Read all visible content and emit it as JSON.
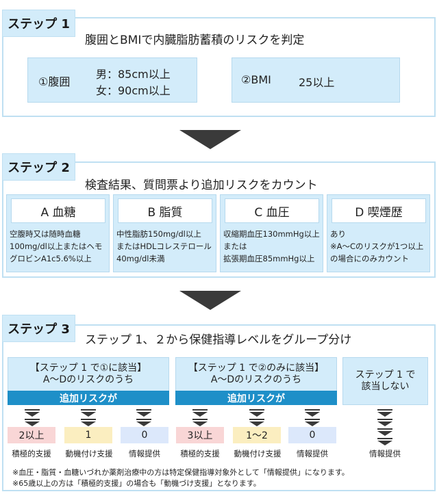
{
  "step1": {
    "tag": "ステップ 1",
    "heading": "腹囲とBMIで内臓脂肪蓄積のリスクを判定",
    "abdomen_label": "①腹囲",
    "abdomen_male": "男：85cm以上",
    "abdomen_female": "女：90cm以上",
    "bmi_label": "②BMI",
    "bmi_value": "25以上"
  },
  "step2": {
    "tag": "ステップ 2",
    "heading": "検査結果、質問票より追加リスクをカウント",
    "risks": [
      {
        "title": "A 血糖",
        "desc": "空腹時又は随時血糖\n100mg/dl以上またはヘモ\nグロビンA1c5.6%以上"
      },
      {
        "title": "B 脂質",
        "desc": "中性脂肪150mg/dl以上\nまたはHDLコレステロール\n40mg/dl未満"
      },
      {
        "title": "C 血圧",
        "desc": "収縮期血圧130mmHg以上\nまたは\n拡張期血圧85mmHg以上"
      },
      {
        "title": "D 喫煙歴",
        "desc": "あり\n※A～Cのリスクが1つ以上\nの場合にのみカウント"
      }
    ]
  },
  "step3": {
    "tag": "ステップ 3",
    "heading": "ステップ 1、２から保健指導レベルをグループ分け",
    "group1": {
      "line1": "【ステップ 1 で①に該当】",
      "line2": "A～Dのリスクのうち",
      "bar": "追加リスクが",
      "values": [
        "2以上",
        "1",
        "0"
      ],
      "levels": [
        "積極的支援",
        "動機付け支援",
        "情報提供"
      ]
    },
    "group2": {
      "line1": "【ステップ 1 で②のみに該当】",
      "line2": "A～Dのリスクのうち",
      "bar": "追加リスクが",
      "values": [
        "3以上",
        "1～2",
        "0"
      ],
      "levels": [
        "積極的支援",
        "動機付け支援",
        "情報提供"
      ]
    },
    "group3": {
      "line1": "ステップ 1 で",
      "line2": "該当しない",
      "level": "情報提供"
    },
    "notes": [
      "※血圧・脂質・血糖いづれか薬剤治療中の方は特定保健指導対象外として「情報提供」になります。",
      "※65歳以上の方は「積極的支援」の場合も「動機づけ支援」となります。"
    ]
  },
  "colors": {
    "frame": "#bfe0f2",
    "box_fill": "#d3ecfa",
    "bar_blue": "#1e8fc8",
    "val_pink": "#f9d6d6",
    "val_yellow": "#fbeec0",
    "val_blue": "#dce8fb",
    "arrow": "#3a3a3a"
  }
}
